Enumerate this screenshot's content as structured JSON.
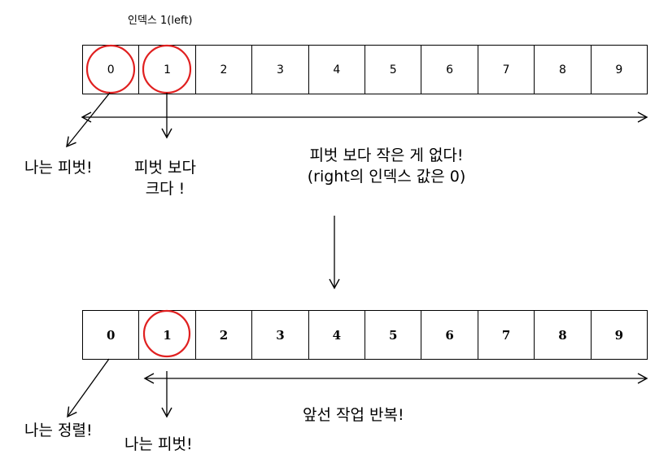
{
  "top_label": "인덱스 1(left)",
  "row1": {
    "cells": [
      "0",
      "1",
      "2",
      "3",
      "4",
      "5",
      "6",
      "7",
      "8",
      "9"
    ]
  },
  "row2": {
    "cells": [
      "0",
      "1",
      "2",
      "3",
      "4",
      "5",
      "6",
      "7",
      "8",
      "9"
    ]
  },
  "annotations": {
    "pivot_1": "나는 피벗!",
    "bigger_line1": "피벗 보다",
    "bigger_line2": "크다 !",
    "none_smaller_line1": "피벗 보다 작은 게 없다!",
    "none_smaller_line2": "(right의 인덱스 값은 0)",
    "sorted": "나는 정렬!",
    "pivot_2": "나는 피벗!",
    "repeat": "앞선 작업 반복!"
  },
  "colors": {
    "circle": "#e02020",
    "line": "#000000"
  }
}
